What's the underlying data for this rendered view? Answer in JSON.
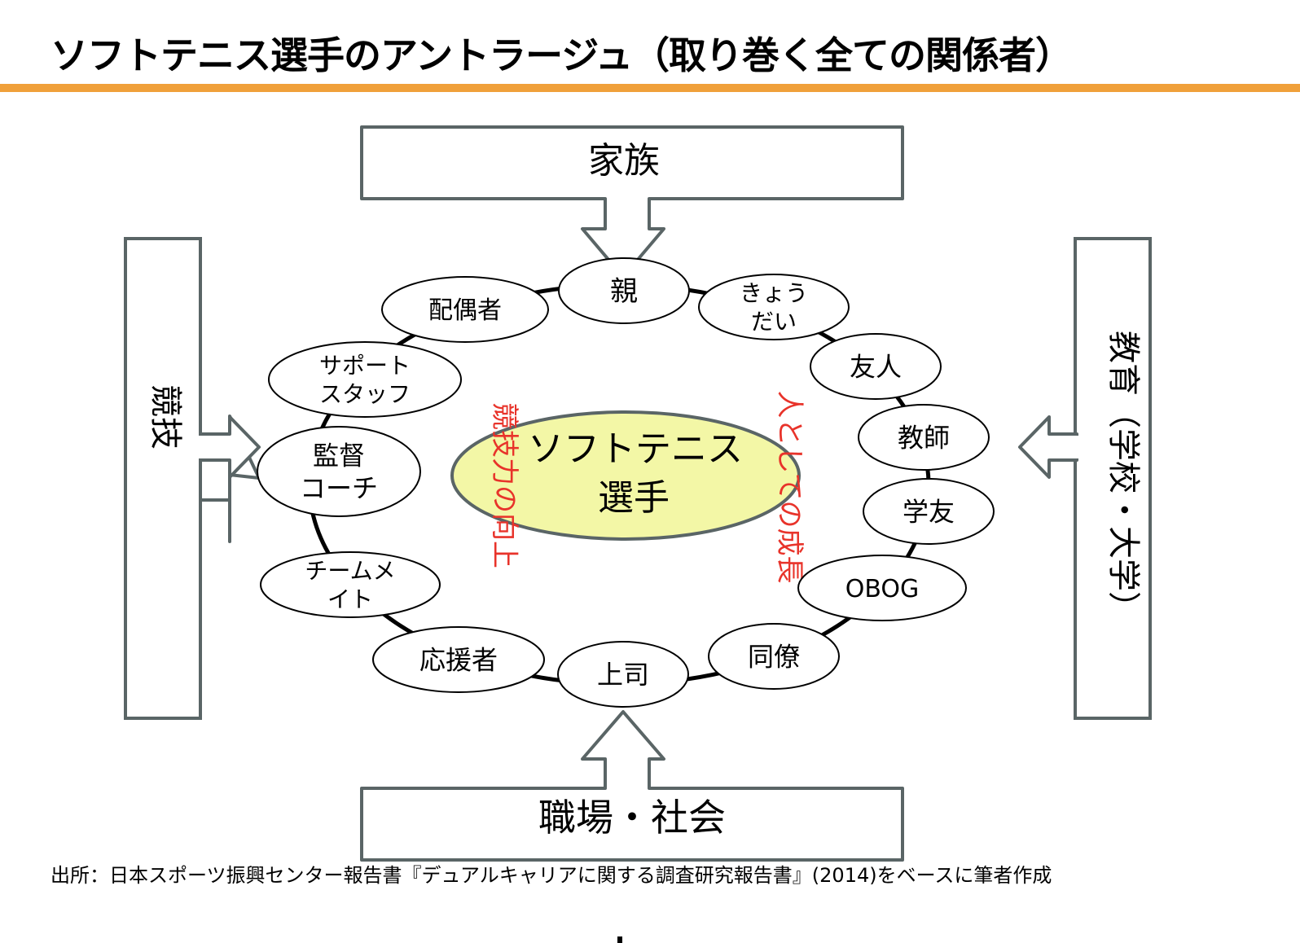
{
  "title": "ソフトテニス選手のアントラージュ（取り巻く全ての関係者）",
  "colors": {
    "accent": "#f0a03a",
    "box_stroke": "#5a6566",
    "center_fill": "#f3f7a6",
    "red_text": "#e8332a"
  },
  "sources": {
    "top": "家族",
    "bottom": "職場・社会",
    "left": "競技",
    "right": "教育（学校・大学）"
  },
  "center": {
    "line1": "ソフトテニス",
    "line2": "選手"
  },
  "annotations": {
    "left": "競技力の向上",
    "right": "人としての成長"
  },
  "nodes": [
    {
      "id": "parent",
      "lines": [
        "親"
      ]
    },
    {
      "id": "siblings",
      "lines": [
        "きょう",
        "だい"
      ]
    },
    {
      "id": "friend",
      "lines": [
        "友人"
      ]
    },
    {
      "id": "teacher",
      "lines": [
        "教師"
      ]
    },
    {
      "id": "schoolmate",
      "lines": [
        "学友"
      ]
    },
    {
      "id": "obog",
      "lines": [
        "OBOG"
      ]
    },
    {
      "id": "colleague",
      "lines": [
        "同僚"
      ]
    },
    {
      "id": "boss",
      "lines": [
        "上司"
      ]
    },
    {
      "id": "supporter",
      "lines": [
        "応援者"
      ]
    },
    {
      "id": "teammate",
      "lines": [
        "チームメ",
        "イト"
      ]
    },
    {
      "id": "coach",
      "lines": [
        "監督",
        "コーチ"
      ]
    },
    {
      "id": "support-staff",
      "lines": [
        "サポート",
        "スタッフ"
      ]
    },
    {
      "id": "spouse",
      "lines": [
        "配偶者"
      ]
    }
  ],
  "source_note": "出所：日本スポーツ振興センター報告書『デュアルキャリアに関する調査研究報告書』(2014)をベースに筆者作成"
}
